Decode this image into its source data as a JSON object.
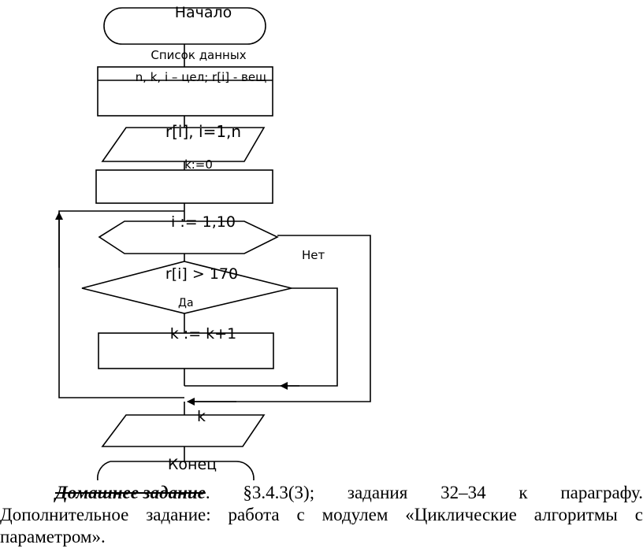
{
  "flowchart": {
    "start": "Начало",
    "data_list_title": "Список данных",
    "declarations": "n, k, i – цел; r[i] - вещ",
    "input": "r[i], i=1,n",
    "init": "k:=0",
    "loop": "i := 1,10",
    "no_label": "Нет",
    "condition": "r[i] > 170",
    "yes_label": "Да",
    "increment": "k := k+1",
    "output": "k",
    "end": "Конец"
  },
  "homework": {
    "title": "Домашнее задание",
    "line1_parts": [
      "§3.4.3(3);",
      "задания",
      "32–34",
      "к",
      "параграфу."
    ],
    "line2_parts": [
      "Дополнительное",
      "задание:",
      "работа",
      "с",
      "модулем",
      "«Циклические",
      "алгоритмы",
      "с"
    ],
    "line3": "параметром»."
  }
}
